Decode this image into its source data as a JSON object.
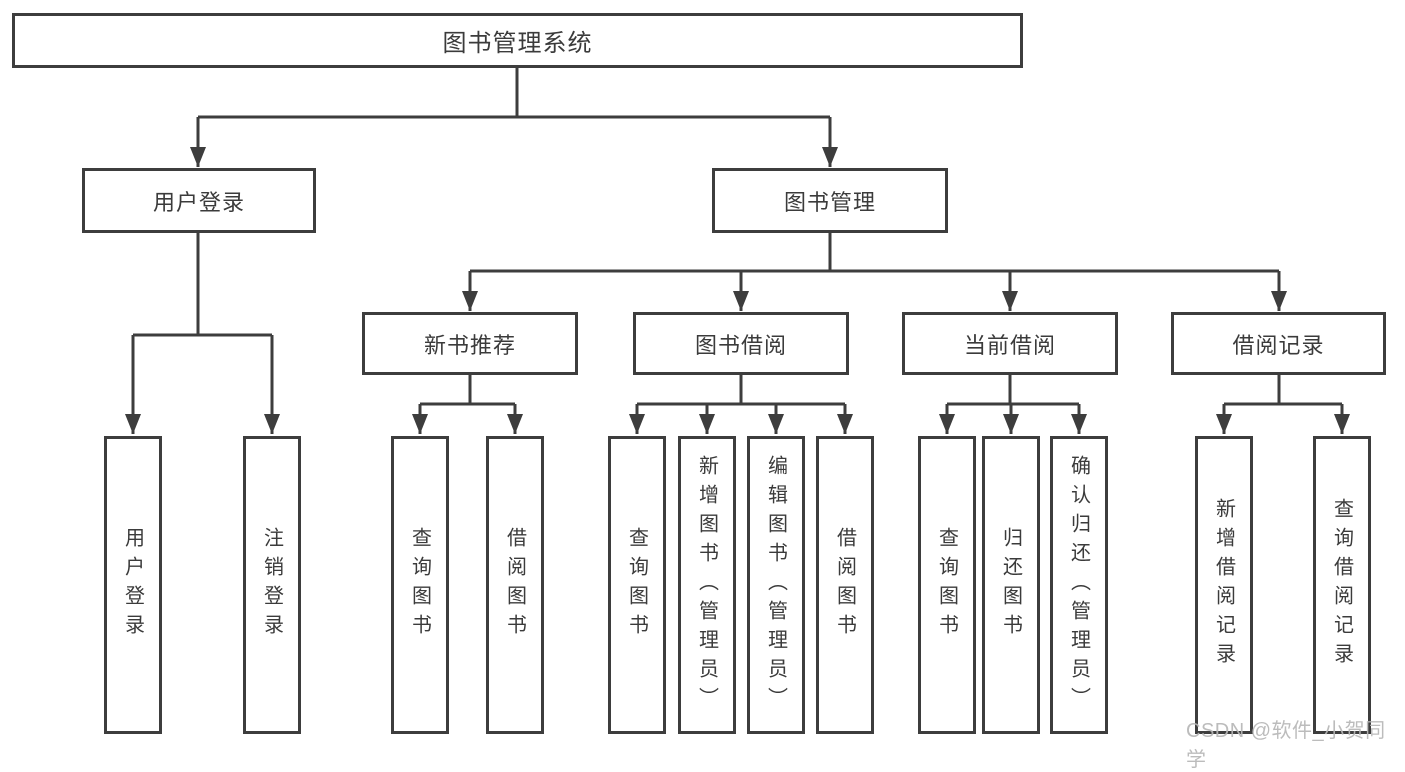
{
  "diagram": {
    "root": {
      "label": "图书管理系统"
    },
    "branches": [
      {
        "label": "用户登录",
        "children": [
          {
            "label": "用户登录"
          },
          {
            "label": "注销登录"
          }
        ]
      },
      {
        "label": "图书管理",
        "children": [
          {
            "label": "新书推荐",
            "children": [
              {
                "label": "查询图书"
              },
              {
                "label": "借阅图书"
              }
            ]
          },
          {
            "label": "图书借阅",
            "children": [
              {
                "label": "查询图书"
              },
              {
                "label": "新增图书（管理员）"
              },
              {
                "label": "编辑图书（管理员）"
              },
              {
                "label": "借阅图书"
              }
            ]
          },
          {
            "label": "当前借阅",
            "children": [
              {
                "label": "查询图书"
              },
              {
                "label": "归还图书"
              },
              {
                "label": "确认归还（管理员）"
              }
            ]
          },
          {
            "label": "借阅记录",
            "children": [
              {
                "label": "新增借阅记录"
              },
              {
                "label": "查询借阅记录"
              }
            ]
          }
        ]
      }
    ],
    "colors": {
      "line": "#3d3d3d",
      "text": "#3b3b3b",
      "watermark": "#b6b6b6"
    }
  },
  "watermark": "CSDN @软件_小贺同学"
}
